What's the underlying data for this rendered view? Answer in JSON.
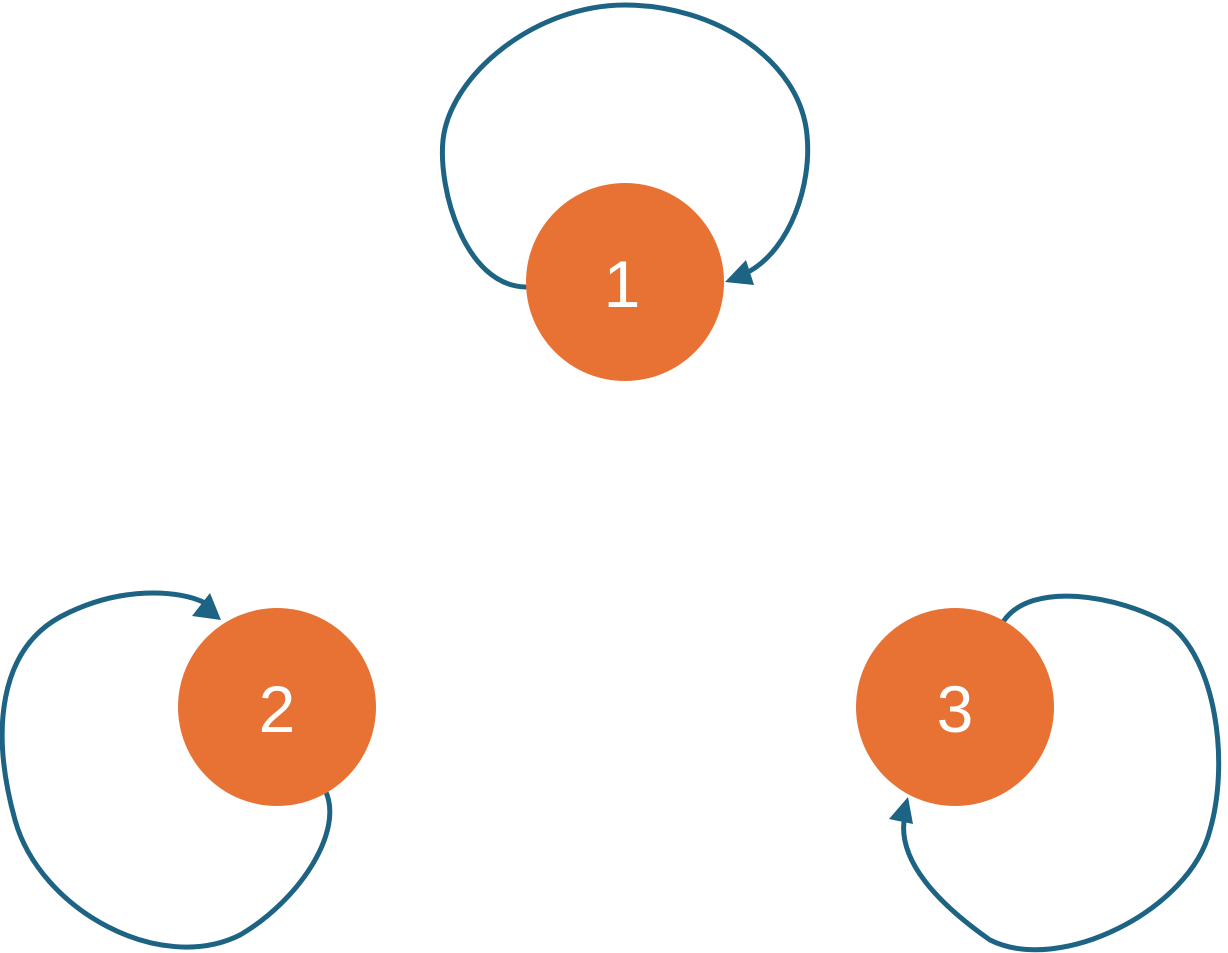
{
  "colors": {
    "node_fill": "#E87234",
    "node_label": "#FFFFFF",
    "edge": "#1C6384",
    "background": "#FFFFFF"
  },
  "nodes": [
    {
      "id": "n1",
      "label": "1"
    },
    {
      "id": "n2",
      "label": "2"
    },
    {
      "id": "n3",
      "label": "3"
    }
  ],
  "edges": [
    {
      "from": "n1",
      "to": "n1",
      "type": "self-loop",
      "directed": true
    },
    {
      "from": "n2",
      "to": "n2",
      "type": "self-loop",
      "directed": true
    },
    {
      "from": "n3",
      "to": "n3",
      "type": "self-loop",
      "directed": true
    }
  ]
}
